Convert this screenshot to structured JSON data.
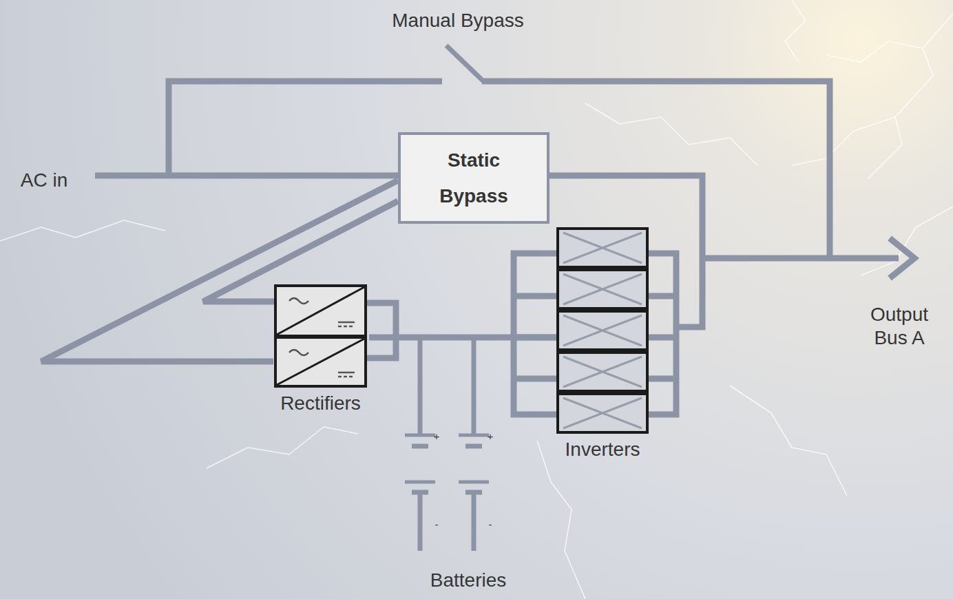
{
  "diagram": {
    "nodes": [
      {
        "text": [
          "Static Bypass"
        ]
      },
      {
        "text": [
          "Rectifiers"
        ]
      },
      {
        "text": [
          "Inverters"
        ]
      }
    ],
    "edges": [
      {
        "from": 0,
        "to": 1,
        "arrow": "none"
      },
      {
        "from": 1,
        "to": 2,
        "arrow": "none"
      }
    ],
    "labels": [
      "Manual Bypass",
      "AC in",
      "Output Bus A",
      "+",
      "-",
      "+",
      "-",
      "Batteries"
    ]
  }
}
